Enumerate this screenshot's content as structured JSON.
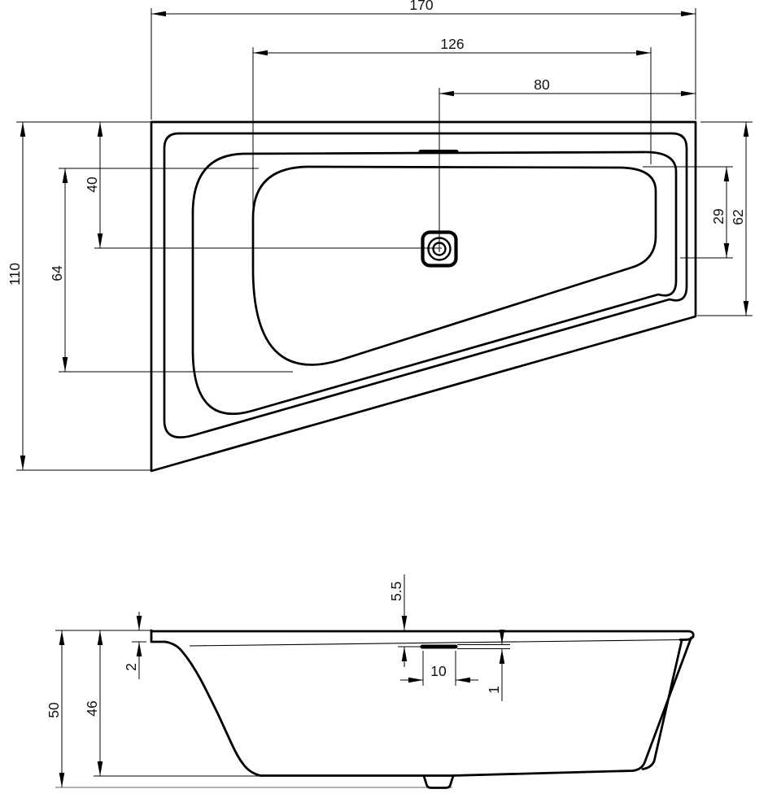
{
  "drawing": {
    "type": "bathtub technical drawing, top view and section view",
    "line_color": "#000000",
    "ground_color": "#808080",
    "background": "#ffffff"
  },
  "top_view": {
    "dims": {
      "overall_width": "170",
      "basin_floor_width": "126",
      "drain_from_right": "80",
      "overall_depth": "110",
      "drain_from_top": "40",
      "basin_depth_left": "64",
      "basin_depth_right": "29",
      "right_edge_depth": "62"
    }
  },
  "side_view": {
    "dims": {
      "total_height": "50",
      "shell_height": "46",
      "rim_thickness": "2",
      "overflow_from_top": "5.5",
      "overflow_width": "10",
      "overflow_height": "1"
    }
  }
}
